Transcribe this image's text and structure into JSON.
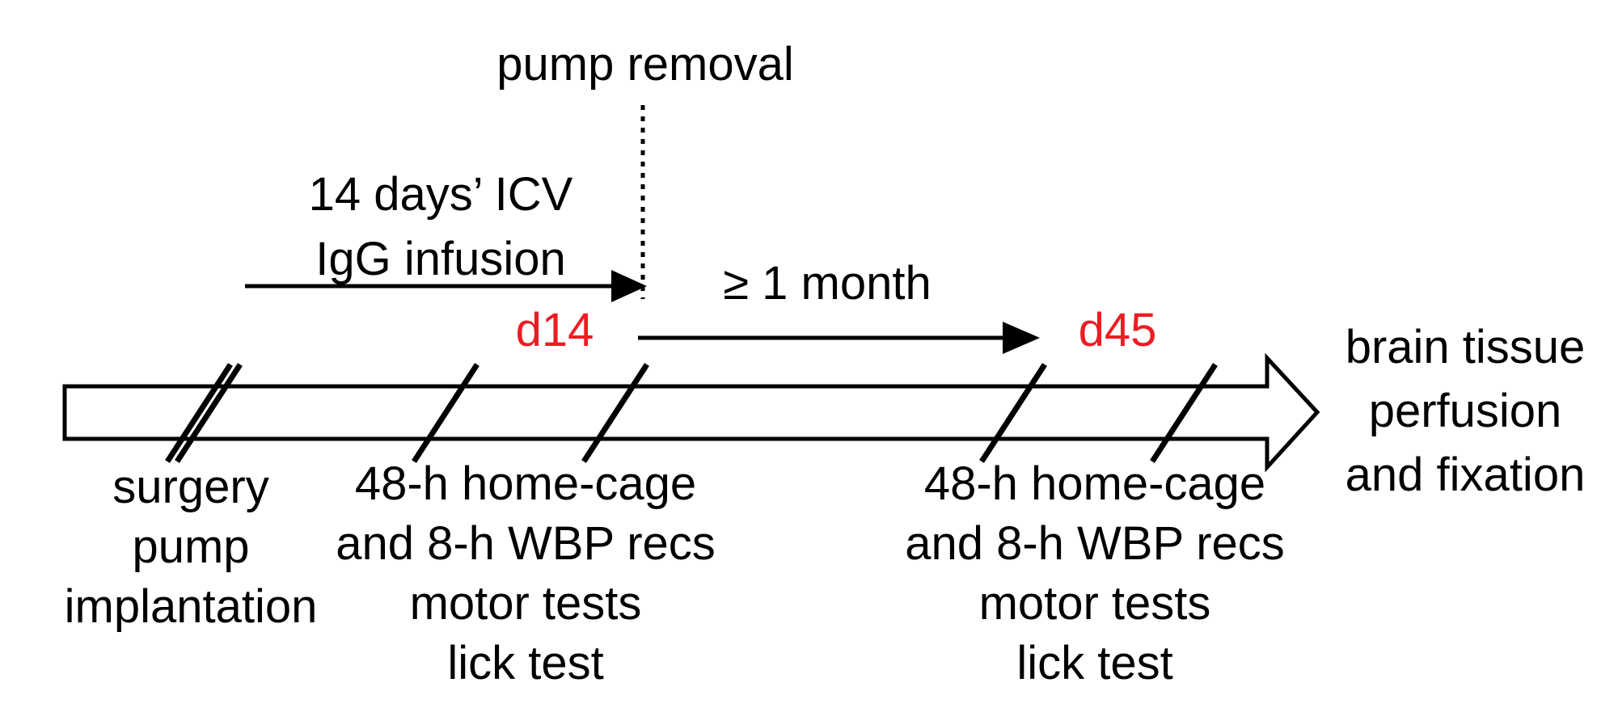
{
  "figure": {
    "title_semantic": "experimental timeline diagram",
    "colors": {
      "background": "#ffffff",
      "text": "#000000",
      "day_label_red": "#ed1c24"
    },
    "pump_removal_label": "pump removal",
    "infusion_lines": [
      "14 days’ ICV",
      "IgG infusion"
    ],
    "d14_label": "d14",
    "interval_label": "≥ 1 month",
    "d45_label": "d45",
    "start_lines": [
      "surgery",
      "pump",
      "implantation"
    ],
    "tests_left_lines": [
      "48-h home-cage",
      "and 8-h WBP recs",
      "motor tests",
      "lick test"
    ],
    "tests_right_lines": [
      "48-h home-cage",
      "and 8-h WBP recs",
      "motor tests",
      "lick test"
    ],
    "end_lines": [
      "brain tissue",
      "perfusion",
      "and fixation"
    ]
  }
}
